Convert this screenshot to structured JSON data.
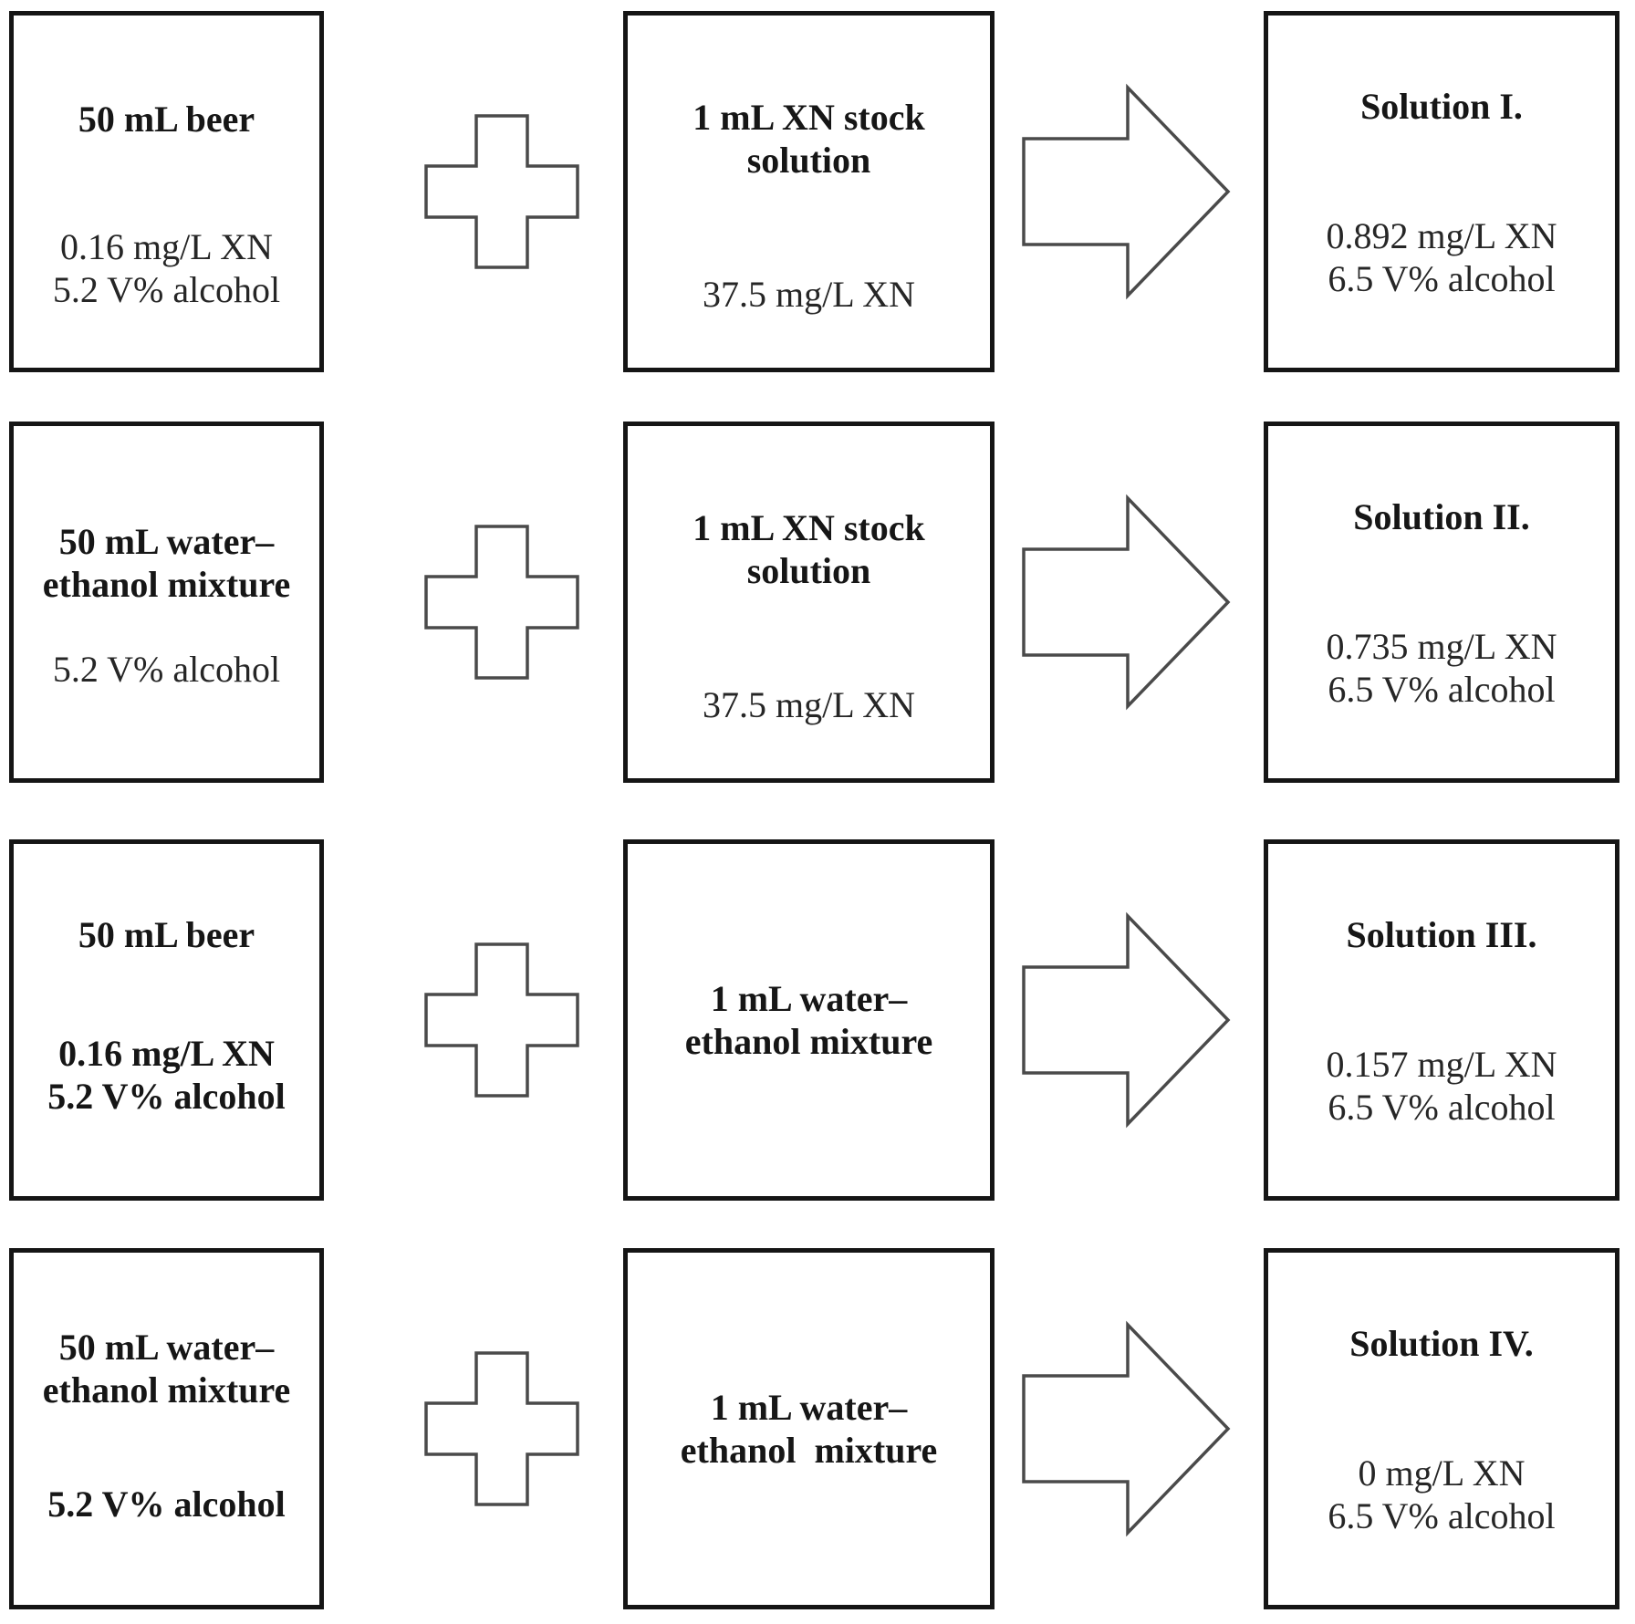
{
  "page": {
    "background": "#ffffff"
  },
  "colors": {
    "box_border": "#151515",
    "shape_outline": "#4a4a4a",
    "text": "#1c1c1c"
  },
  "icons": {
    "operator": "plus-icon",
    "connector": "arrow-right-icon"
  },
  "rows": [
    {
      "left": {
        "title": "50 mL beer",
        "values": "0.16 mg/L XN\n5.2 V% alcohol"
      },
      "middle": {
        "title": "1 mL XN stock\nsolution",
        "values": "37.5 mg/L XN"
      },
      "right": {
        "title": "Solution I.",
        "values": "0.892 mg/L XN\n6.5 V% alcohol"
      }
    },
    {
      "left": {
        "title": "50 mL water–\nethanol mixture",
        "values": "5.2 V% alcohol"
      },
      "middle": {
        "title": "1 mL XN stock\nsolution",
        "values": "37.5 mg/L XN"
      },
      "right": {
        "title": "Solution II.",
        "values": "0.735 mg/L XN\n6.5 V% alcohol"
      }
    },
    {
      "left": {
        "title": "50 mL beer",
        "values": "0.16 mg/L XN\n5.2 V% alcohol"
      },
      "middle": {
        "title": "1 mL water–\nethanol mixture"
      },
      "right": {
        "title": "Solution III.",
        "values": "0.157 mg/L XN\n6.5 V% alcohol"
      }
    },
    {
      "left": {
        "title": "50 mL water–\nethanol mixture",
        "values": "5.2 V% alcohol"
      },
      "middle": {
        "title": "1 mL water–\nethanol  mixture"
      },
      "right": {
        "title": "Solution IV.",
        "values": "0 mg/L XN\n6.5 V% alcohol"
      }
    }
  ]
}
